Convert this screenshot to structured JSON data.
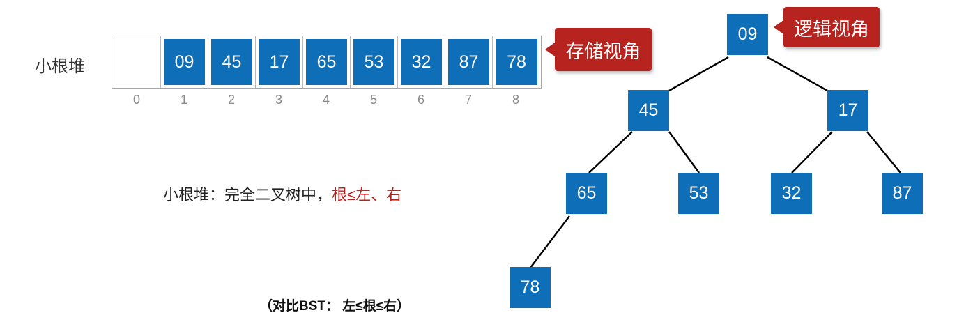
{
  "storage": {
    "label": "小根堆",
    "callout": "存储视角",
    "cells": [
      "",
      "09",
      "45",
      "17",
      "65",
      "53",
      "32",
      "87",
      "78"
    ],
    "indices": [
      "0",
      "1",
      "2",
      "3",
      "4",
      "5",
      "6",
      "7",
      "8"
    ]
  },
  "tree": {
    "callout": "逻辑视角",
    "nodes": [
      "09",
      "45",
      "17",
      "65",
      "53",
      "32",
      "87",
      "78"
    ]
  },
  "notes": {
    "line1_prefix": "小根堆：完全二叉树中，",
    "line1_highlight": "根≤左、右",
    "line2": "（对比BST：  左≤根≤右）"
  },
  "colors": {
    "node_fill": "#0e6eb8",
    "callout_fill": "#b7231e",
    "highlight_text": "#b7231e"
  }
}
